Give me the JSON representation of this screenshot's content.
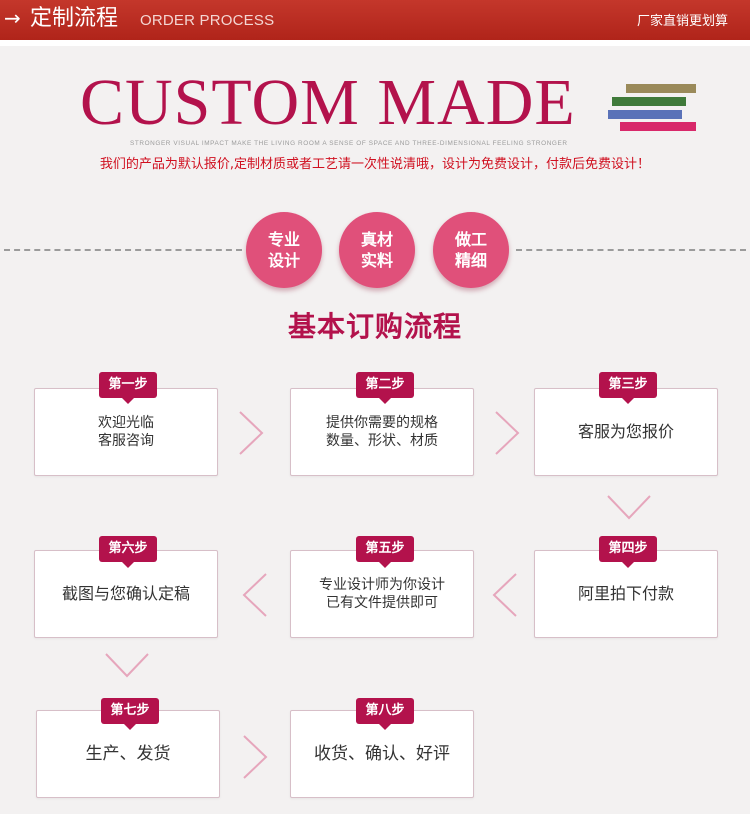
{
  "header": {
    "arrow_icon": "→",
    "title": "定制流程",
    "subtitle": "ORDER PROCESS",
    "right_text": "厂家直销更划算"
  },
  "banner": {
    "title": "CUSTOM MADE",
    "tagline": "STRONGER VISUAL IMPACT MAKE THE LIVING ROOM A SENSE OF SPACE AND THREE-DIMENSIONAL FEELING STRONGER",
    "notice": "我们的产品为默认报价,定制材质或者工艺请一次性说清哦，设计为免费设计，付款后免费设计！",
    "stripe_colors": [
      "#9a8a5a",
      "#3f7a3a",
      "#5a72b8",
      "#d8286a"
    ]
  },
  "features": [
    {
      "line1": "专业",
      "line2": "设计"
    },
    {
      "line1": "真材",
      "line2": "实料"
    },
    {
      "line1": "做工",
      "line2": "精细"
    }
  ],
  "section_title": "基本订购流程",
  "steps": [
    {
      "tag": "第一步",
      "lines": [
        "欢迎光临",
        "客服咨询"
      ]
    },
    {
      "tag": "第二步",
      "lines": [
        "提供你需要的规格",
        "数量、形状、材质"
      ]
    },
    {
      "tag": "第三步",
      "lines": [
        "客服为您报价"
      ]
    },
    {
      "tag": "第四步",
      "lines": [
        "阿里拍下付款"
      ]
    },
    {
      "tag": "第五步",
      "lines": [
        "专业设计师为你设计",
        "已有文件提供即可"
      ]
    },
    {
      "tag": "第六步",
      "lines": [
        "截图与您确认定稿"
      ]
    },
    {
      "tag": "第七步",
      "lines": [
        "生产、发货"
      ]
    },
    {
      "tag": "第八步",
      "lines": [
        "收货、确认、好评"
      ]
    }
  ],
  "colors": {
    "header_red": "#b0241a",
    "brand_magenta": "#b3124c",
    "badge_pink": "#e0507a",
    "notice_red": "#d01020"
  }
}
